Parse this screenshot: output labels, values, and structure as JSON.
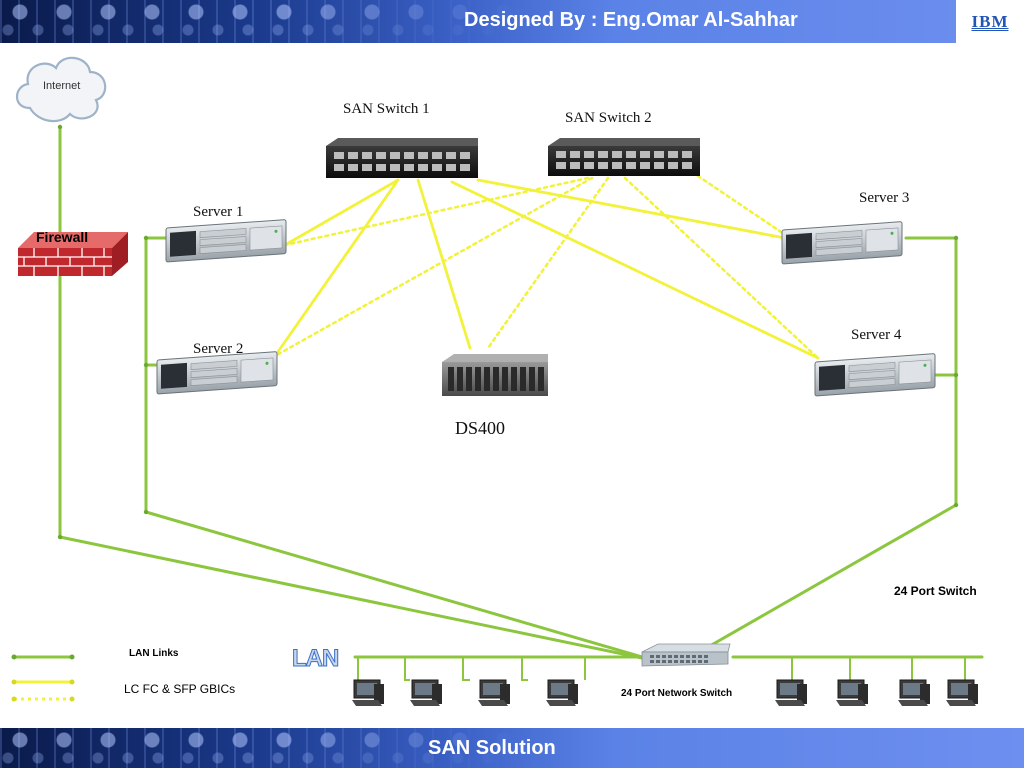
{
  "header": {
    "title": "Designed By : Eng.Omar Al-Sahhar",
    "logo": "IBM",
    "accent": "#3c62c8"
  },
  "footer": {
    "title": "SAN Solution"
  },
  "nodes": {
    "internet": "Internet",
    "firewall": "Firewall",
    "san_switch_1": "SAN Switch 1",
    "san_switch_2": "SAN Switch 2",
    "server_1": "Server 1",
    "server_2": "Server 2",
    "server_3": "Server 3",
    "server_4": "Server 4",
    "storage": "DS400",
    "lan_switch_title": "24 Port Switch",
    "lan_switch_caption": "24 Port Network Switch",
    "lan": "LAN"
  },
  "legend": {
    "lan_links": "LAN Links",
    "fc_links": "LC FC & SFP GBICs"
  },
  "colors": {
    "lan_link": "#8cc63f",
    "fc_link": "#f2f23a",
    "firewall": "#c0282e"
  },
  "icons": [
    "cloud-icon",
    "firewall-icon",
    "san-switch-icon",
    "server-icon",
    "storage-array-icon",
    "network-switch-icon",
    "workstation-icon"
  ]
}
